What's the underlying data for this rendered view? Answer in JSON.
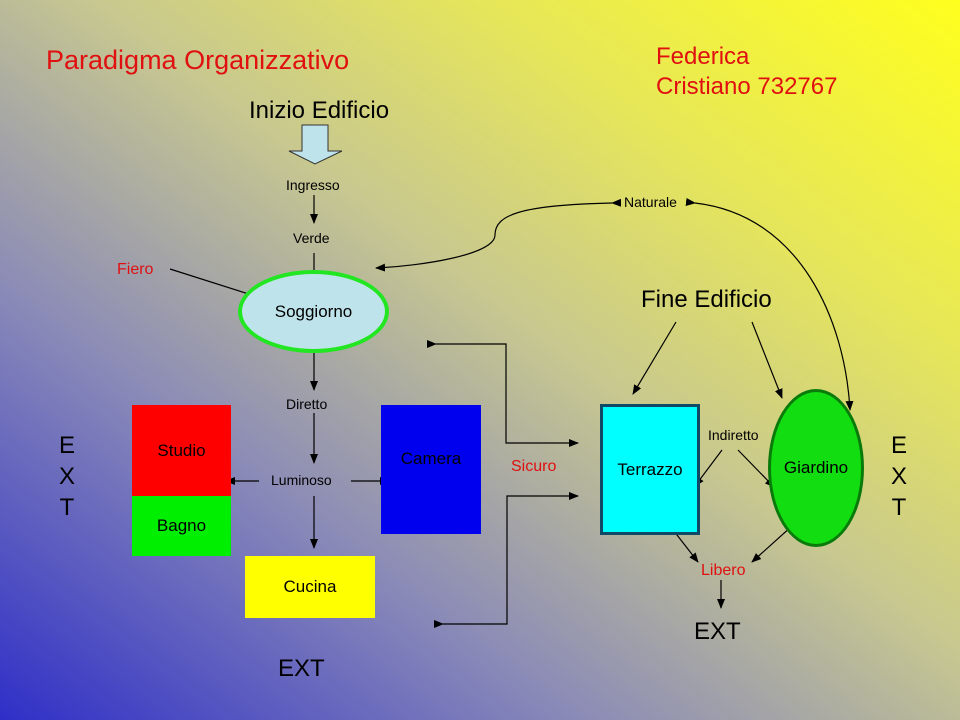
{
  "title": "Paradigma Organizzativo",
  "author": {
    "line1": "Federica",
    "line2": "Cristiano 732767"
  },
  "labels": {
    "start": "Inizio Edificio",
    "end": "Fine Edificio",
    "ingresso": "Ingresso",
    "verde": "Verde",
    "fiero": "Fiero",
    "naturale": "Naturale",
    "diretto": "Diretto",
    "luminoso": "Luminoso",
    "sicuro": "Sicuro",
    "indiretto": "Indiretto",
    "libero": "Libero",
    "ext_bottom_left": "EXT",
    "ext_bottom_right": "EXT",
    "ext_left": [
      "E",
      "X",
      "T"
    ],
    "ext_right": [
      "E",
      "X",
      "T"
    ]
  },
  "rooms": {
    "soggiorno": {
      "label": "Soggiorno",
      "fill": "#bfe3ea",
      "border": "#22e622"
    },
    "studio": {
      "label": "Studio",
      "fill": "#ff0000"
    },
    "bagno": {
      "label": "Bagno",
      "fill": "#00ee00"
    },
    "camera": {
      "label": "Camera",
      "fill": "#0000ee"
    },
    "cucina": {
      "label": "Cucina",
      "fill": "#ffff00"
    },
    "terrazzo": {
      "label": "Terrazzo",
      "fill": "#00ffff",
      "border": "#0e4a66"
    },
    "giardino": {
      "label": "Giardino",
      "fill": "#11dd11",
      "border": "#0a7a0a"
    }
  },
  "colors": {
    "accent_red": "#e01010",
    "gradient_top_right": "#ffff1e",
    "gradient_bottom_left": "#2f2fc8"
  }
}
